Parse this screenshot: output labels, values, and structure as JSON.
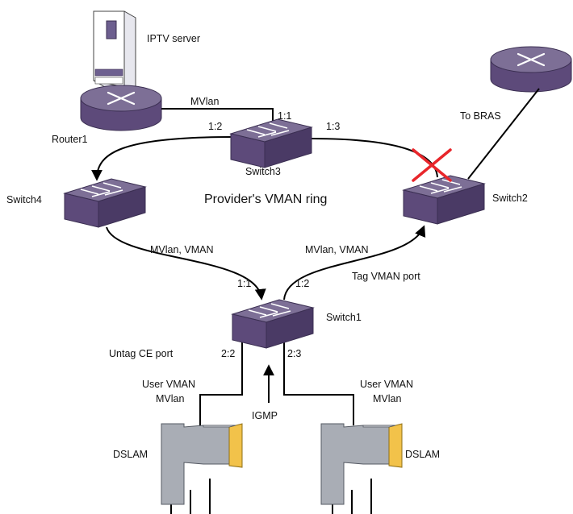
{
  "diagram": {
    "title": "Provider's VMAN ring",
    "devices": {
      "iptv_server": "IPTV server",
      "router1": "Router1",
      "switch1": "Switch1",
      "switch2": "Switch2",
      "switch3": "Switch3",
      "switch4": "Switch4",
      "bras": "To BRAS",
      "dslam_left": "DSLAM",
      "dslam_right": "DSLAM"
    },
    "links": {
      "router_switch3": "MVlan",
      "switch4_switch1": "MVlan, VMAN",
      "switch1_switch2": "MVlan, VMAN",
      "left_user_vman": "User VMAN",
      "left_mvlan": "MVlan",
      "right_user_vman": "User VMAN",
      "right_mvlan": "MVlan",
      "igmp": "IGMP"
    },
    "ports": {
      "s3_1_1": "1:1",
      "s3_1_2": "1:2",
      "s3_1_3": "1:3",
      "s1_1_1": "1:1",
      "s1_1_2": "1:2",
      "s1_2_2": "2:2",
      "s1_2_3": "2:3"
    },
    "annotations": {
      "tag_vman_port": "Tag VMAN port",
      "untag_ce_port": "Untag CE port"
    },
    "colors": {
      "device_top": "#7d6f96",
      "device_front": "#5d4a7a",
      "device_side": "#4a3a65",
      "dslam_body": "#a9adb5",
      "dslam_face": "#f2c24a",
      "blocked_link": "#e8262b"
    }
  }
}
